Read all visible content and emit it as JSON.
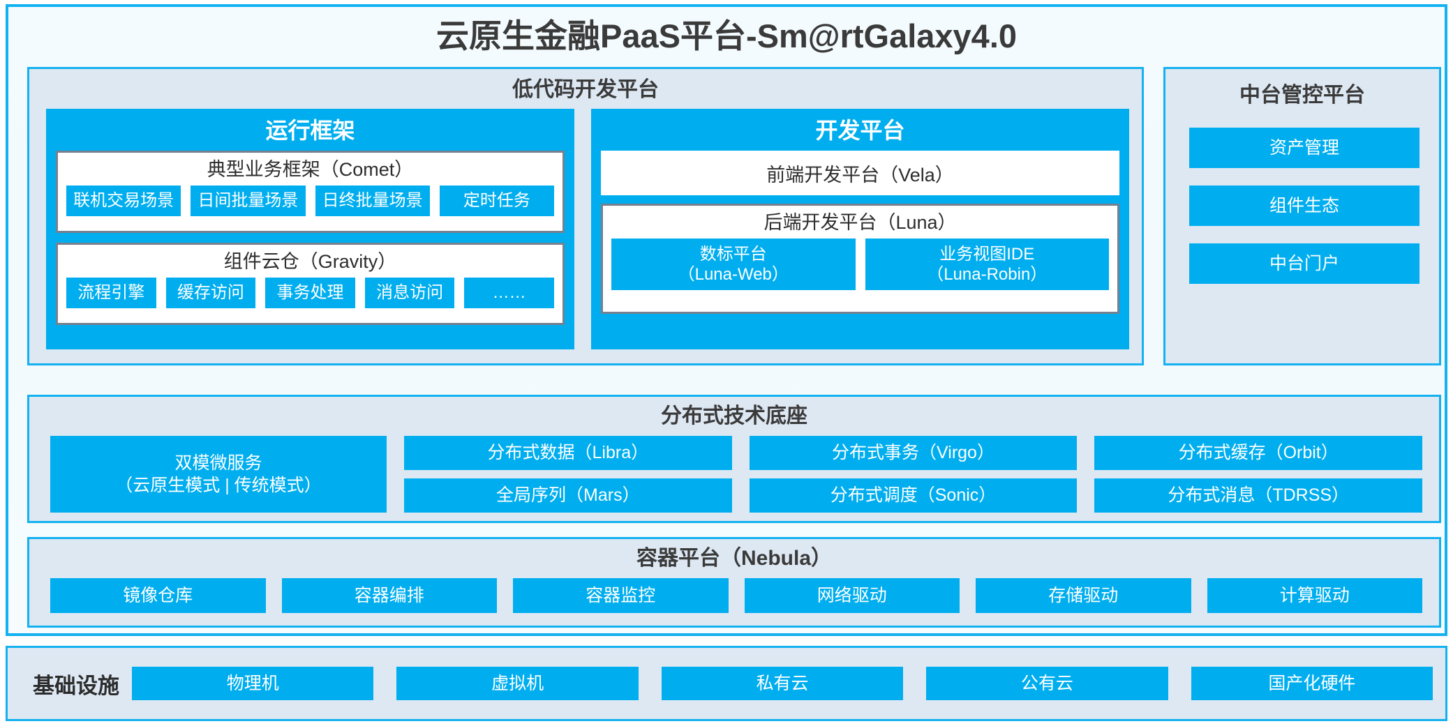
{
  "platform": {
    "title": "云原生金融PaaS平台-Sm@rtGalaxy4.0"
  },
  "lowcode": {
    "title": "低代码开发平台",
    "runtime": {
      "title": "运行框架",
      "comet": {
        "title": "典型业务框架（Comet）",
        "items": [
          "联机交易场景",
          "日间批量场景",
          "日终批量场景",
          "定时任务"
        ]
      },
      "gravity": {
        "title": "组件云仓（Gravity）",
        "items": [
          "流程引擎",
          "缓存访问",
          "事务处理",
          "消息访问",
          "……"
        ]
      }
    },
    "devplatform": {
      "title": "开发平台",
      "frontend": "前端开发平台（Vela）",
      "backend": {
        "title": "后端开发平台（Luna）",
        "items": [
          "数标平台\n（Luna-Web）",
          "业务视图IDE\n（Luna-Robin）"
        ]
      }
    }
  },
  "mgmt": {
    "title": "中台管控平台",
    "items": [
      "资产管理",
      "组件生态",
      "中台门户"
    ]
  },
  "tech": {
    "title": "分布式技术底座",
    "wide": "双模微服务\n（云原生模式 | 传统模式）",
    "columns": [
      [
        "分布式数据（Libra）",
        "全局序列（Mars）"
      ],
      [
        "分布式事务（Virgo）",
        "分布式调度（Sonic）"
      ],
      [
        "分布式缓存（Orbit）",
        "分布式消息（TDRSS）"
      ]
    ]
  },
  "container": {
    "title": "容器平台（Nebula）",
    "items": [
      "镜像仓库",
      "容器编排",
      "容器监控",
      "网络驱动",
      "存储驱动",
      "计算驱动"
    ]
  },
  "infra": {
    "label": "基础设施",
    "items": [
      "物理机",
      "虚拟机",
      "私有云",
      "公有云",
      "国产化硬件"
    ]
  },
  "colors": {
    "accent": "#00aeef",
    "border_blue": "#13b1f0",
    "panel_bg": "#dee8f3",
    "box_border_gray": "#76808f",
    "text_dark": "#3a3a3a"
  }
}
